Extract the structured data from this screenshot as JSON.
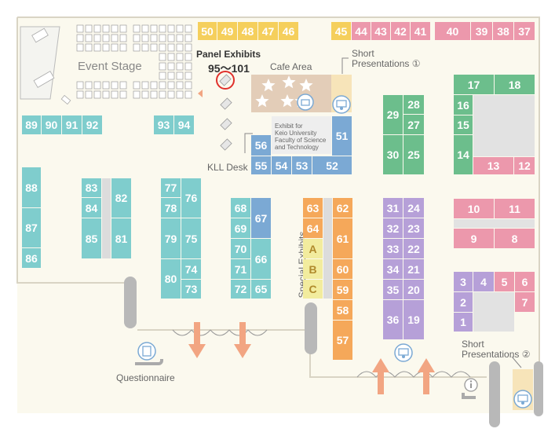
{
  "labels": {
    "event_stage": "Event Stage",
    "panel_exhibits": "Panel Exhibits",
    "panel_range": "95～101",
    "cafe_area": "Cafe Area",
    "short_pres_1": "Short\nPresentations ①",
    "short_pres_2": "Short\nPresentations ②",
    "keio_exhibit": "Exhibit for\nKeio University\nFaculty of Science\nand Technology",
    "kll_desk": "KLL Desk",
    "special_exhibits": "Special Exhibits",
    "questionnaire": "Questionnaire"
  },
  "colors": {
    "yellow": "#f5cf5c",
    "pink": "#ec98ac",
    "teal": "#7fcdcd",
    "green": "#6cbe8c",
    "blue": "#7ba9d4",
    "purple": "#b6a0d8",
    "orange": "#f5a85a",
    "pale_yellow": "#f2ec9e",
    "floor": "#fbf9ee",
    "arrow": "#f2a582",
    "cafe": "#e3cdb8"
  },
  "booths": {
    "b50": "50",
    "b49": "49",
    "b48": "48",
    "b47": "47",
    "b46": "46",
    "b45": "45",
    "b44": "44",
    "b43": "43",
    "b42": "42",
    "b41": "41",
    "b40": "40",
    "b39": "39",
    "b38": "38",
    "b37": "37",
    "b89": "89",
    "b90": "90",
    "b91": "91",
    "b92": "92",
    "b93": "93",
    "b94": "94",
    "b88": "88",
    "b87": "87",
    "b86": "86",
    "b83": "83",
    "b84": "84",
    "b85": "85",
    "b82": "82",
    "b81": "81",
    "b77": "77",
    "b78": "78",
    "b79": "79",
    "b80": "80",
    "b76": "76",
    "b75": "75",
    "b74": "74",
    "b73": "73",
    "b68": "68",
    "b69": "69",
    "b70": "70",
    "b71": "71",
    "b72": "72",
    "b67": "67",
    "b66": "66",
    "b65": "65",
    "b56": "56",
    "b51": "51",
    "b55": "55",
    "b54": "54",
    "b53": "53",
    "b52": "52",
    "b63": "63",
    "b64": "64",
    "bA": "A",
    "bB": "B",
    "bC": "C",
    "b62": "62",
    "b61": "61",
    "b60": "60",
    "b59": "59",
    "b58": "58",
    "b57": "57",
    "b29": "29",
    "b28": "28",
    "b27": "27",
    "b30": "30",
    "b25": "25",
    "b31": "31",
    "b24": "24",
    "b32": "32",
    "b23": "23",
    "b33": "33",
    "b22": "22",
    "b34": "34",
    "b21": "21",
    "b35": "35",
    "b20": "20",
    "b36": "36",
    "b19": "19",
    "b17": "17",
    "b18": "18",
    "b16": "16",
    "b15": "15",
    "b14": "14",
    "b13": "13",
    "b12": "12",
    "b10": "10",
    "b11": "11",
    "b9": "9",
    "b8": "8",
    "b3": "3",
    "b4": "4",
    "b5": "5",
    "b6": "6",
    "b2": "2",
    "b7": "7",
    "b1": "1"
  }
}
